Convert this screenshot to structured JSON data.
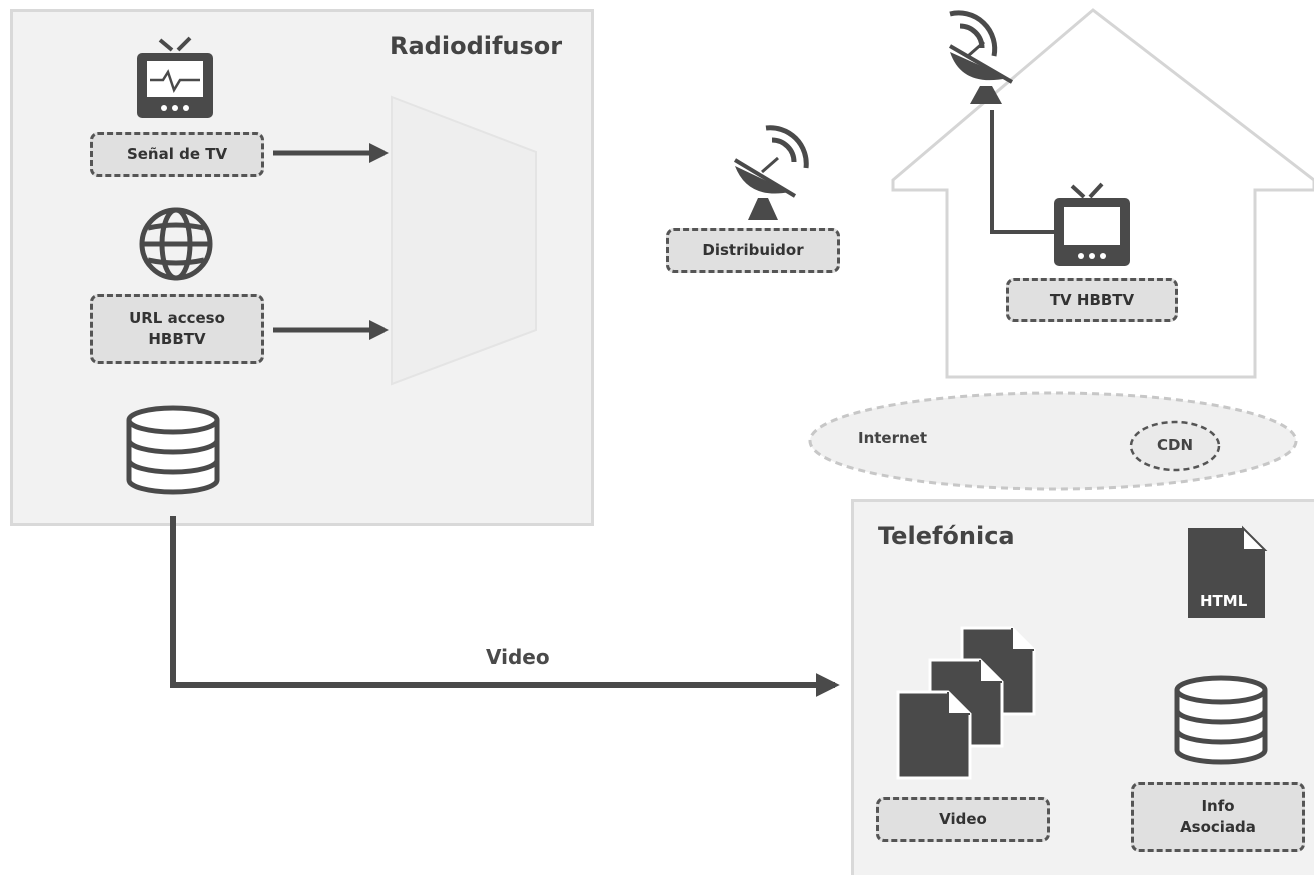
{
  "broadcaster": {
    "title": "Radiodifusor",
    "tv_signal_label": "Señal de TV",
    "url_label_line1": "URL acceso",
    "url_label_line2": "HBBTV"
  },
  "distributor": {
    "label": "Distribuidor"
  },
  "home": {
    "tv_label": "TV HBBTV"
  },
  "internet": {
    "label": "Internet",
    "cdn_label": "CDN"
  },
  "link": {
    "label": "Video"
  },
  "telefonica": {
    "title": "Telefónica",
    "html_label": "HTML",
    "video_label": "Video",
    "info_label_line1": "Info",
    "info_label_line2": "Asociada"
  },
  "colors": {
    "icon": "#4a4a4a",
    "panel_bg": "#f2f2f2",
    "panel_border": "#d9d9d9",
    "label_bg": "#e0e0e0"
  },
  "icons": [
    "tv-icon",
    "globe-icon",
    "database-icon",
    "satellite-dish-icon",
    "document-icon",
    "html-file-icon",
    "house-outline"
  ]
}
